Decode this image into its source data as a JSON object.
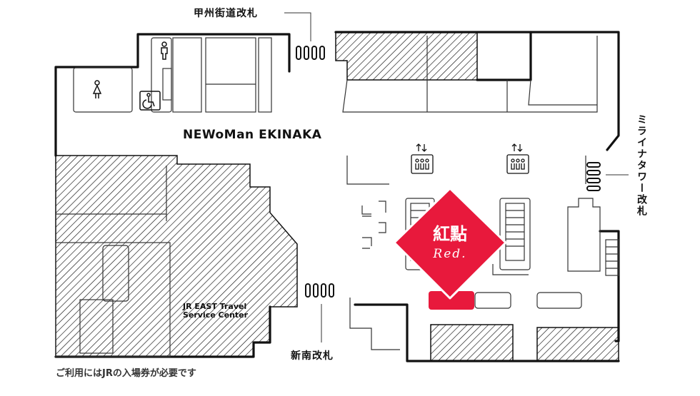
{
  "map": {
    "gates": {
      "koshu_kaido": "甲州街道改札",
      "miraina_tower": "ミライナタワー改札",
      "shin_minami": "新南改札"
    },
    "areas": {
      "newoman": "NEWoMan EKINAKA",
      "jr_center": "JR EAST Travel Service Center"
    },
    "note": "ご利用にはJRの入場券が必要です",
    "store": {
      "name_cn": "紅點",
      "name_en": "Red.",
      "color": "#e8193c"
    },
    "icons": [
      "female-restroom-icon",
      "male-restroom-icon",
      "accessible-restroom-icon",
      "elevator-icon",
      "elevator-icon",
      "gate-icon"
    ],
    "colors": {
      "line": "#111111",
      "accent": "#e8193c",
      "background": "#ffffff"
    }
  }
}
